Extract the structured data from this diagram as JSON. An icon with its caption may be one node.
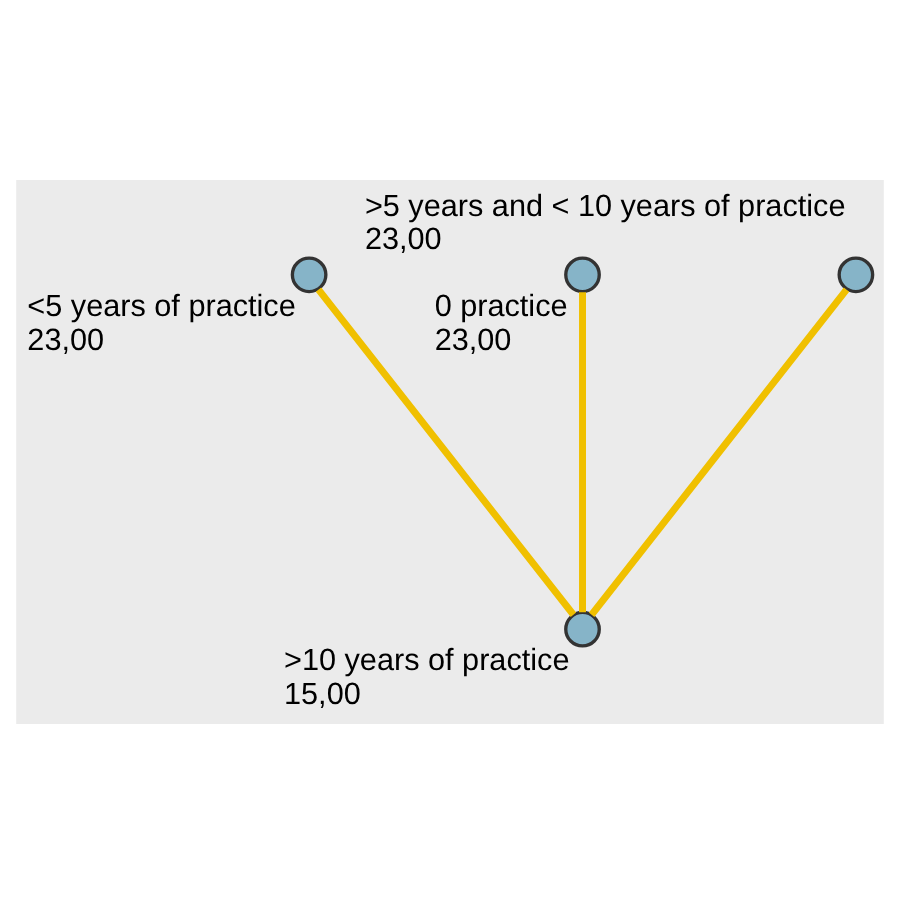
{
  "diagram": {
    "nodes": [
      {
        "text": [],
        "shape": "circle",
        "beside": [
          "<5 years of practice",
          "23,00"
        ]
      },
      {
        "text": [],
        "shape": "circle",
        "beside": [
          "0 practice",
          "23,00"
        ]
      },
      {
        "text": [],
        "shape": "circle",
        "beside": [
          ">5 years and < 10 years of practice",
          "23,00"
        ]
      },
      {
        "text": [],
        "shape": "circle",
        "beside": [
          ">10 years of practice",
          "15,00"
        ]
      }
    ],
    "edges": [
      {
        "from": 3,
        "to": 0,
        "arrow": "none"
      },
      {
        "from": 3,
        "to": 1,
        "arrow": "none"
      },
      {
        "from": 3,
        "to": 2,
        "arrow": "none"
      }
    ]
  }
}
